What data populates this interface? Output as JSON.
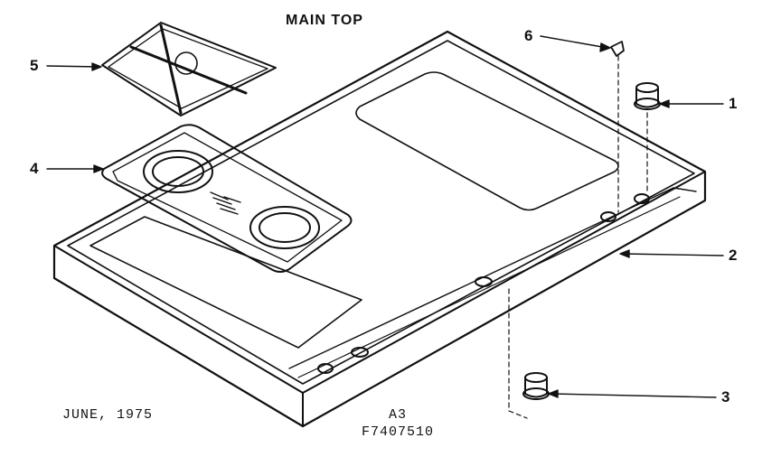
{
  "title": "MAIN TOP",
  "callouts": [
    {
      "number": "1",
      "part": "knob"
    },
    {
      "number": "2",
      "part": "main top"
    },
    {
      "number": "3",
      "part": "knob"
    },
    {
      "number": "4",
      "part": "burner plate"
    },
    {
      "number": "5",
      "part": "grate"
    },
    {
      "number": "6",
      "part": "clip"
    }
  ],
  "footer": {
    "date": "JUNE, 1975",
    "page": "A3",
    "code": "F7407510"
  },
  "colors": {
    "ink": "#111111",
    "paper": "#ffffff"
  }
}
